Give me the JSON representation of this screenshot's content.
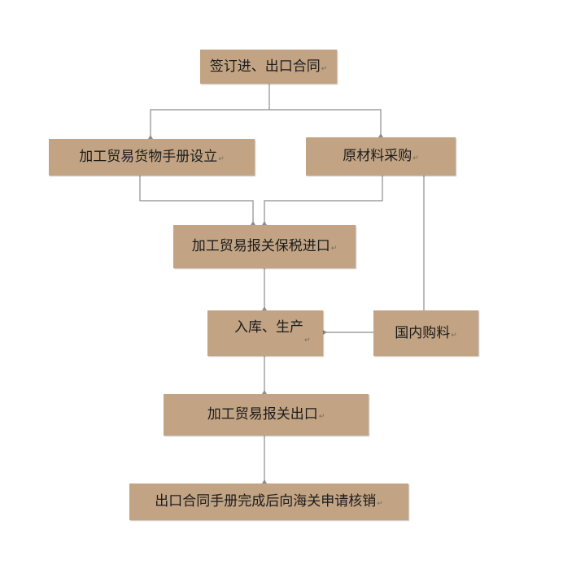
{
  "nodes": {
    "sign_contract": "签订进、出口合同",
    "manual_setup": "加工贸易货物手册设立",
    "raw_purchase": "原材料采购",
    "bonded_import": "加工贸易报关保税进口",
    "storage_production": "入库、生产",
    "domestic_purchase": "国内购料",
    "export_declaration": "加工贸易报关出口",
    "verification": "出口合同手册完成后向海关申请核销"
  },
  "paragraph_mark": "↵",
  "colors": {
    "box_fill": "#c2a484",
    "connector": "#8c8c8c",
    "text": "#1b1b1b"
  }
}
